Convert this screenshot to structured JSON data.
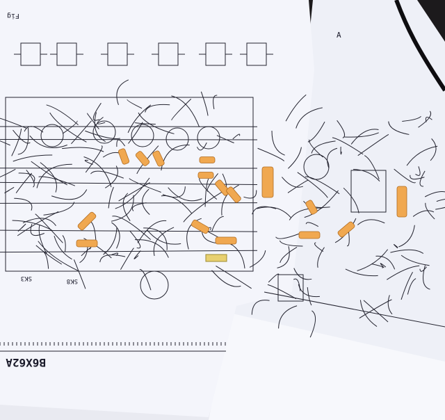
{
  "sheet_left": {
    "fig_label": "Fig",
    "model_label": "B6X62A",
    "small_labels": [
      "SK3",
      "SK8"
    ]
  },
  "sheet_right": {
    "corner_label": "A"
  },
  "colors": {
    "paper": "#f4f5fb",
    "paper_shadow": "#d9dbe6",
    "ink": "#23232f",
    "highlight_orange": "#f0a850",
    "highlight_yellow": "#e8d070",
    "background": "#1c1a1c"
  }
}
